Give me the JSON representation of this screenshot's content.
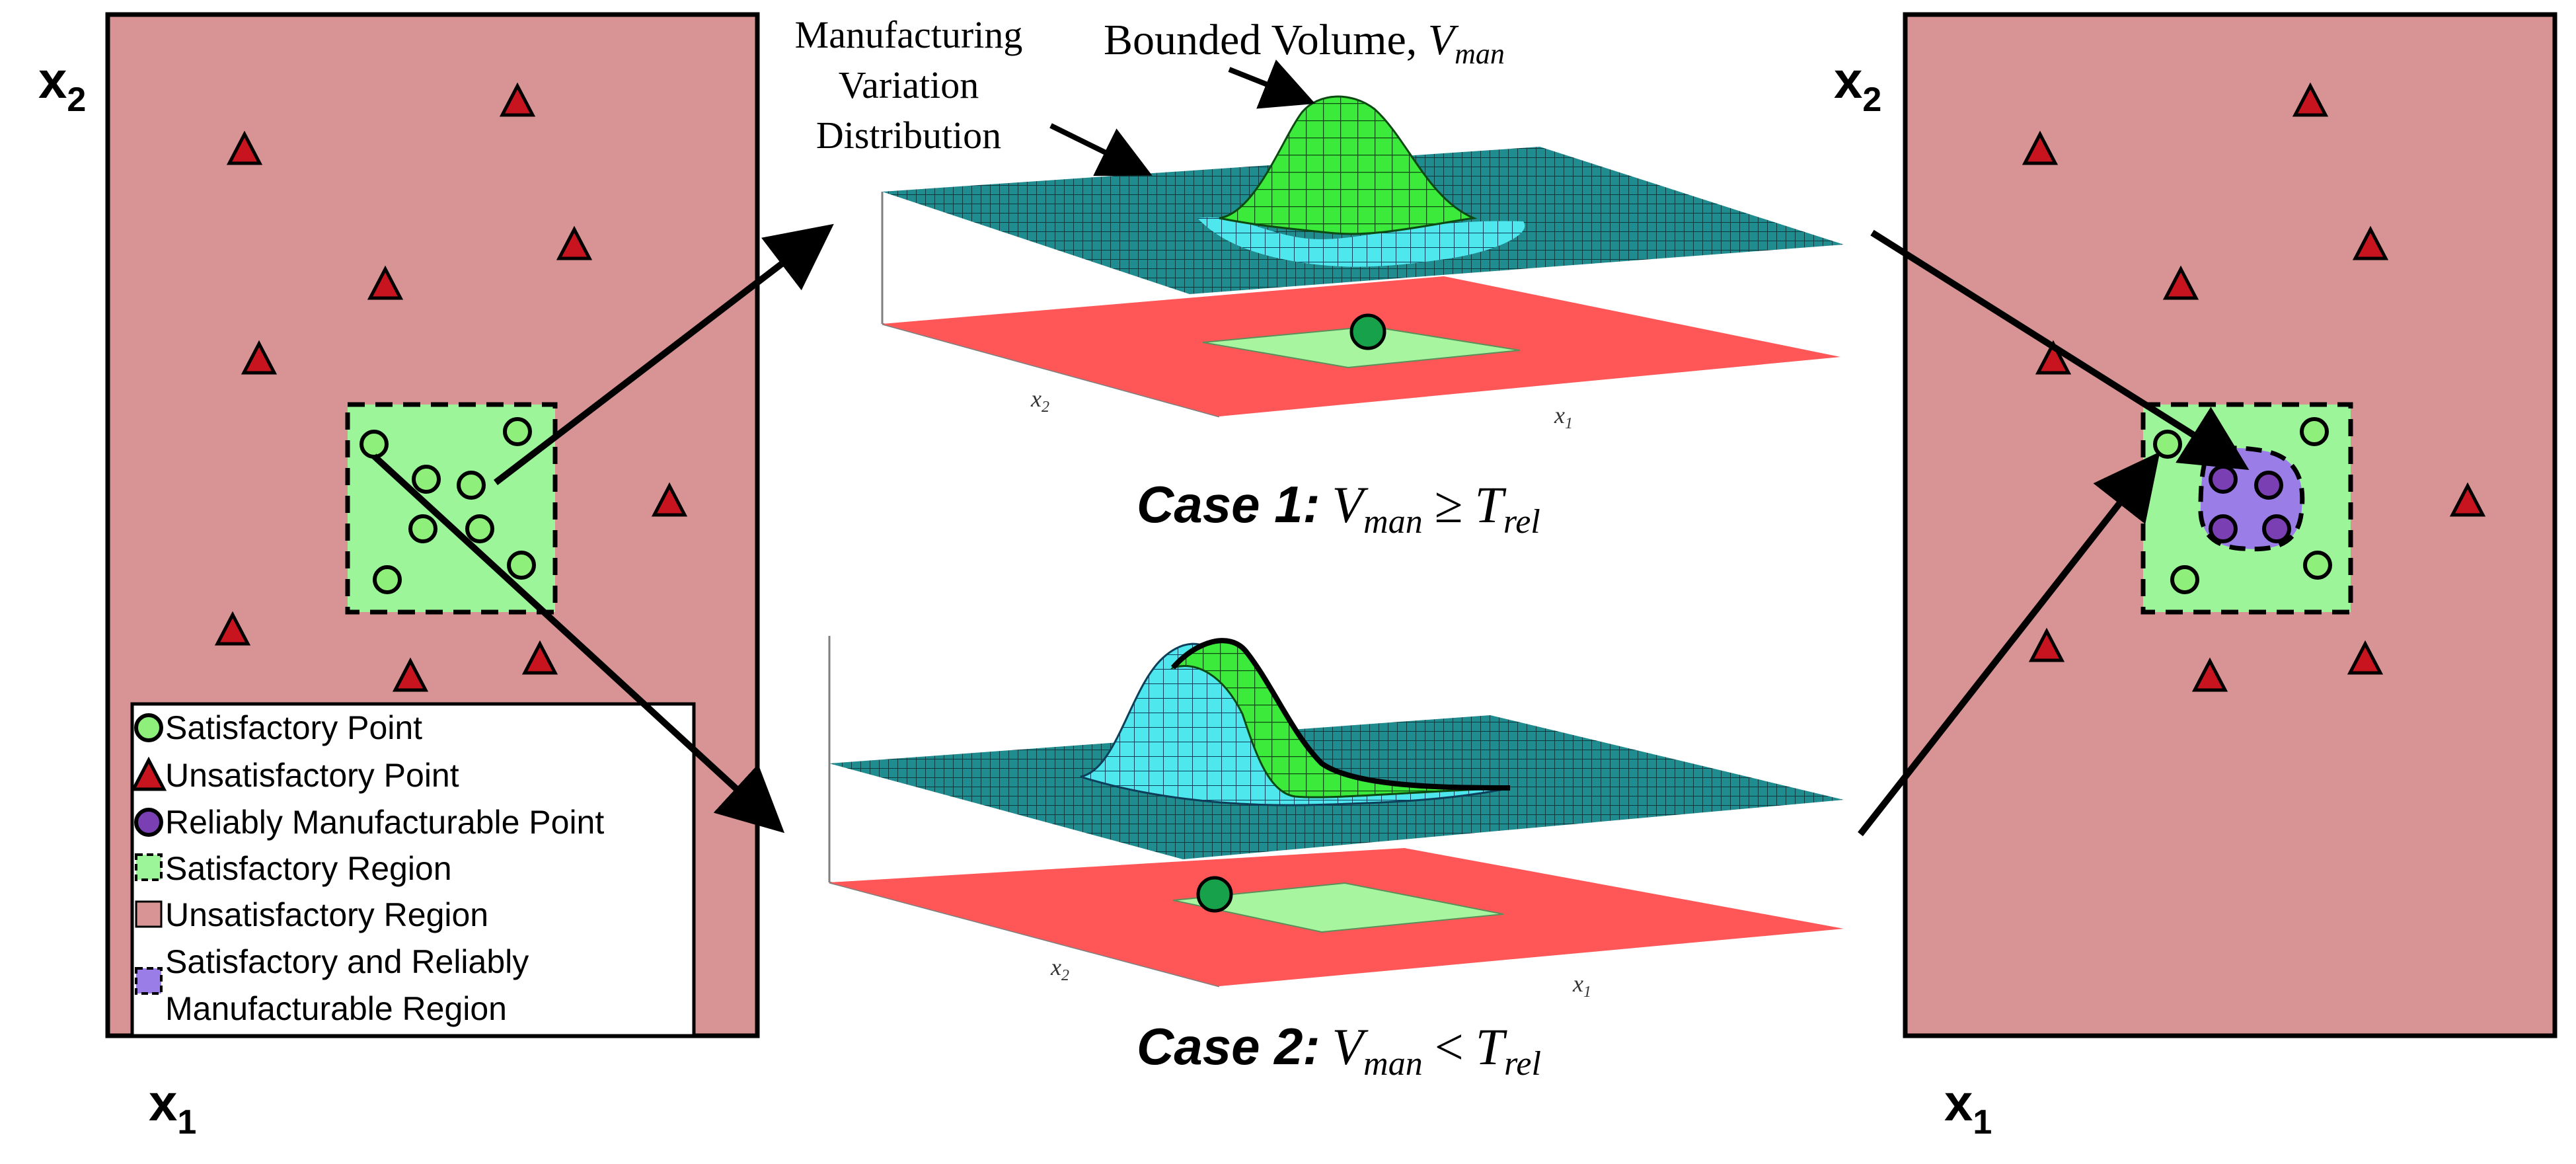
{
  "colors": {
    "unsatisfactory_region": "#d89494",
    "satisfactory_region": "#9df59a",
    "reliable_region": "#9a7de6",
    "triangle": "#c8141e",
    "purple_point": "#7b3fb4",
    "surface_teal": "#1f8c90",
    "peak_green": "#3bea3b",
    "peak_cyan": "#4fe7ee",
    "base_red": "#ff5757",
    "base_green": "#a8f5a0",
    "marker_green": "#17a14b"
  },
  "icons": {
    "satisfactory_point": "green-circle-icon",
    "unsatisfactory_point": "red-triangle-icon",
    "reliable_point": "purple-circle-icon",
    "satisfactory_region": "green-square-icon",
    "unsatisfactory_region": "pink-square-icon",
    "reliable_region": "purple-square-icon"
  },
  "left_panel": {
    "x_label": "x",
    "x_sub": "1",
    "y_label": "x",
    "y_sub": "2"
  },
  "right_panel": {
    "x_label": "x",
    "x_sub": "1",
    "y_label": "x",
    "y_sub": "2"
  },
  "legend": {
    "satisfactory_point": "Satisfactory Point",
    "unsatisfactory_point": "Unsatisfactory Point",
    "reliable_point": "Reliably Manufacturable Point",
    "satisfactory_region": "Satisfactory Region",
    "unsatisfactory_region": "Unsatisfactory Region",
    "reliable_region_line1": "Satisfactory and Reliably",
    "reliable_region_line2": "Manufacturable Region"
  },
  "annotations": {
    "variation_line1": "Manufacturing",
    "variation_line2": "Variation",
    "variation_line3": "Distribution",
    "bounded_volume": "Bounded Volume, ",
    "v": "V",
    "v_sub": "man"
  },
  "case1": {
    "bold": "Case 1:",
    "v": "V",
    "v_sub": "man",
    "op": "≥",
    "t": "T",
    "t_sub": "rel",
    "x1": "x",
    "x1_sub": "1",
    "x2": "x",
    "x2_sub": "2"
  },
  "case2": {
    "bold": "Case 2:",
    "v": "V",
    "v_sub": "man",
    "op": "<",
    "t": "T",
    "t_sub": "rel",
    "x1": "x",
    "x1_sub": "1",
    "x2": "x",
    "x2_sub": "2"
  }
}
